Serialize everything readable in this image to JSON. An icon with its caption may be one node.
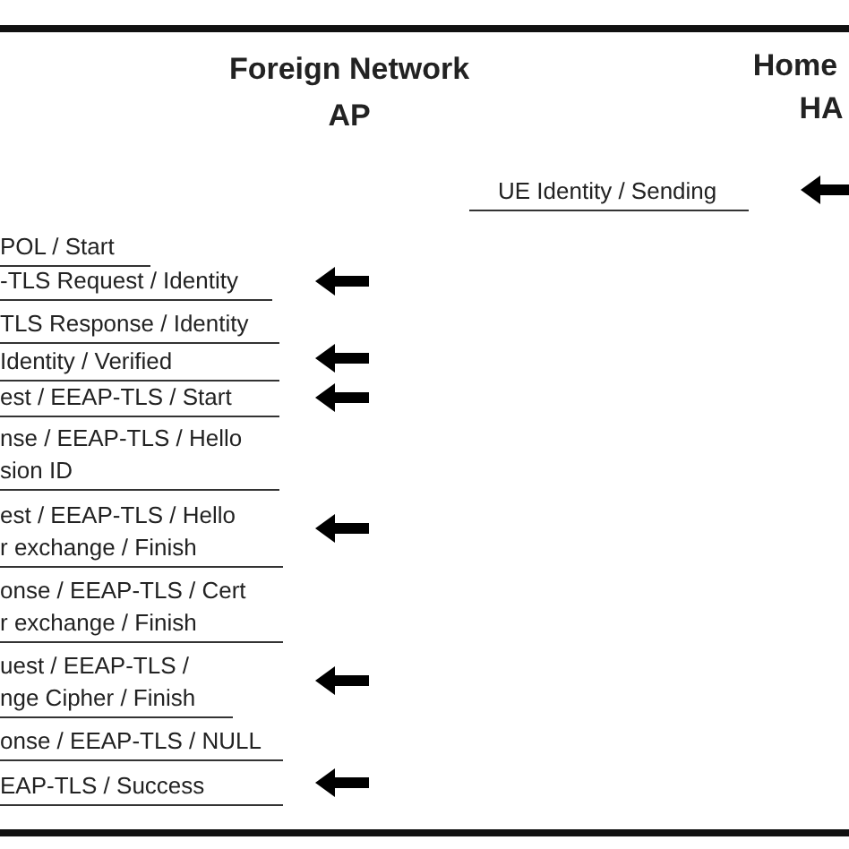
{
  "diagram": {
    "labels": [
      "Foreign Network",
      "AP",
      "Home",
      "HA",
      "UE Identity / Sending",
      "POL / Start",
      "-TLS Request / Identity",
      "TLS Response / Identity",
      "Identity / Verified",
      "est / EEAP-TLS / Start",
      "nse / EEAP-TLS / Hello sion ID",
      "est / EEAP-TLS / Hello r exchange / Finish",
      "onse / EEAP-TLS / Cert r exchange / Finish",
      "uest / EEAP-TLS / nge Cipher / Finish",
      "onse / EEAP-TLS / NULL",
      "EAP-TLS / Success"
    ]
  }
}
